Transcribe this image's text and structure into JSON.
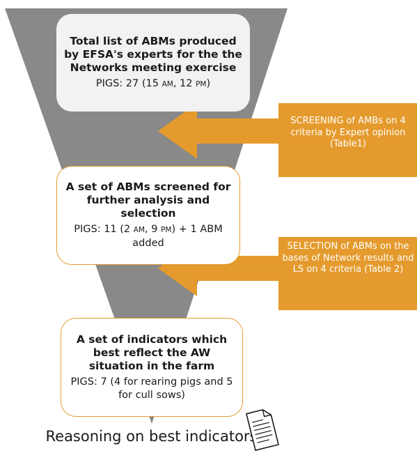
{
  "stages": [
    {
      "title": "Total list of ABMs produced by EFSA's experts for the the Networks meeting exercise",
      "detail_prefix": "PIGS: 27 (15 ",
      "detail_am": "AM",
      "detail_mid": ", 12 ",
      "detail_pm": "PM",
      "detail_suffix": ")"
    },
    {
      "title": "A set of ABMs screened for further analysis and selection",
      "detail_prefix": "PIGS: 11 (2 ",
      "detail_am": "AM",
      "detail_mid": ", 9 ",
      "detail_pm": "PM",
      "detail_suffix": ") + 1 ABM added"
    },
    {
      "title": "A set of indicators which best reflect the AW situation in the farm",
      "detail": "PIGS: 7 (4 for rearing pigs and 5 for cull sows)"
    }
  ],
  "arrows": [
    {
      "text": "SCREENING of AMBs on 4 criteria by Expert opinion (Table1)"
    },
    {
      "text": "SELECTION of ABMs on the bases of Network results and LS on 4 criteria (Table 2)"
    }
  ],
  "final": {
    "label": "Reasoning on best indicators",
    "icon": "document-icon"
  },
  "colors": {
    "funnel": "#898989",
    "box_fill": "#f2f2f2",
    "box_border": "#e49a2c",
    "arrow": "#e49a2c",
    "arrow_text": "#ffffff"
  }
}
